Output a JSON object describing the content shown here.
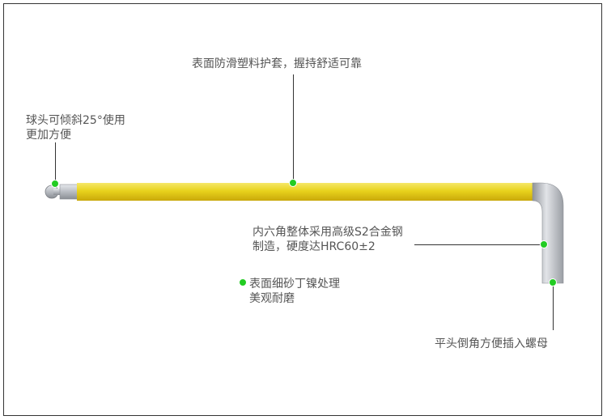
{
  "callouts": {
    "top_coating": "表面防滑塑料护套，握持舒适可靠",
    "ball_head": [
      "球头可倾斜25°使用",
      "更加方便"
    ],
    "material": [
      "内六角整体采用高级S2合金钢",
      "制造，硬度达HRC60±2"
    ],
    "surface": [
      "表面细砂丁镍处理",
      "美观耐磨"
    ],
    "flat_end": "平头倒角方便插入螺母"
  },
  "colors": {
    "handle_yellow": "#e8d21c",
    "marker_green": "#22cc22",
    "steel": "#b8bcc2"
  }
}
